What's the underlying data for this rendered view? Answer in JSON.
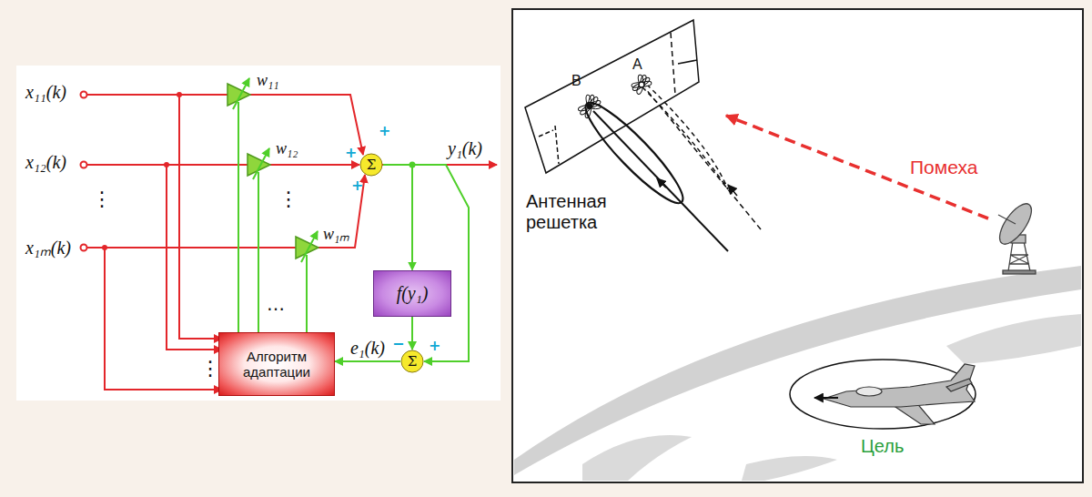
{
  "diagram": {
    "nodes": [
      {
        "text": [
          "Σ"
        ]
      },
      {
        "text": [
          "f(y₁)"
        ]
      },
      {
        "text": [
          "Σ"
        ]
      },
      {
        "text": [
          "Алгоритм адаптации"
        ]
      }
    ],
    "edges": [
      {
        "from": 0,
        "to": 1,
        "arrow": "to"
      },
      {
        "from": 1,
        "to": 2,
        "arrow": "to"
      },
      {
        "from": 0,
        "to": 2,
        "arrow": "to"
      },
      {
        "from": 2,
        "to": 3,
        "arrow": "to",
        "label": "e₁(k)"
      }
    ],
    "labels": [
      "x₁₁(k)",
      "x₁₂(k)",
      "⋮",
      "x₁ₘ(k)",
      "w₁₁",
      "w₁₂",
      "⋮",
      "w₁ₘ",
      "+",
      "+",
      "+",
      "y₁(k)",
      "−",
      "+",
      "…",
      "⋮",
      "B",
      "A",
      "Антенная решетка",
      "Помеха",
      "Цель"
    ]
  }
}
